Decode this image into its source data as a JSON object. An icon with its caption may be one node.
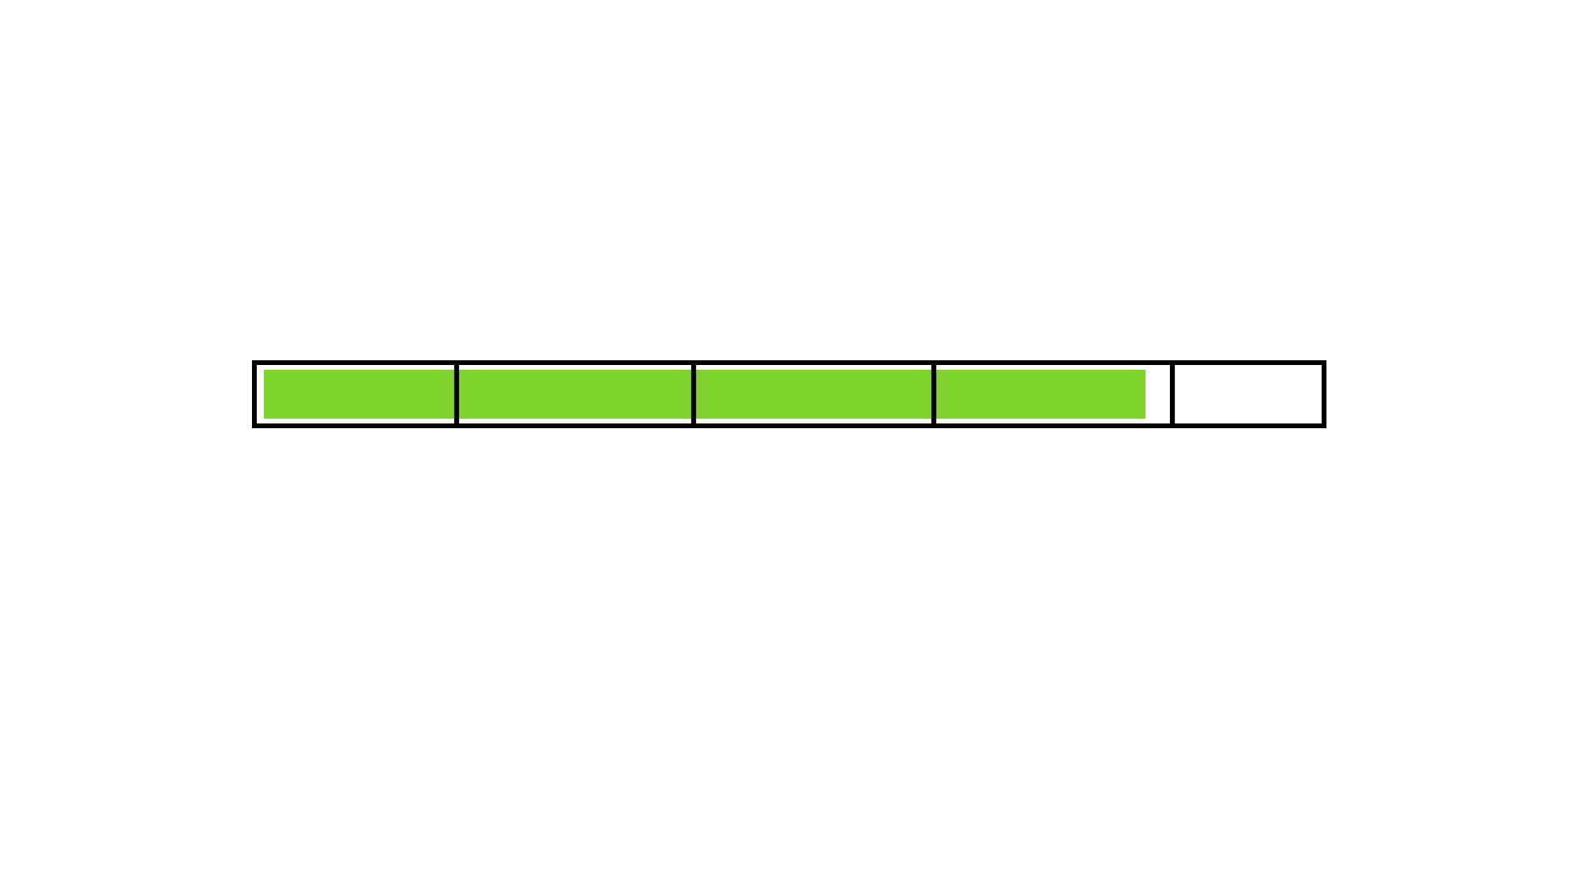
{
  "diagram": {
    "nodes": [
      {
        "text": [],
        "shape": "box"
      },
      {
        "text": [],
        "shape": "box"
      },
      {
        "text": [],
        "shape": "box"
      },
      {
        "text": [],
        "shape": "box"
      },
      {
        "text": [],
        "shape": "box"
      },
      {
        "text": [],
        "shape": "bar"
      }
    ]
  }
}
